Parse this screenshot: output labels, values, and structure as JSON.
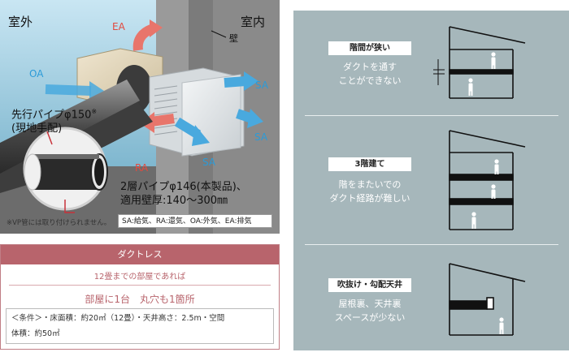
{
  "illustration": {
    "outdoor_label": "室外",
    "indoor_label": "室内",
    "wall_label": "壁",
    "airflows": {
      "ea": "EA",
      "oa": "OA",
      "sa_top": "SA",
      "sa_right": "SA",
      "sa_bottom": "SA",
      "ra": "RA"
    },
    "lead_pipe_lines": [
      "先行パイプφ150",
      "(現地手配)"
    ],
    "lead_pipe_mark": "※",
    "double_pipe_lines": [
      "2層パイプφ146(本製品)、",
      "適用壁厚:140～300㎜"
    ],
    "vp_note": "※VP管には取り付けられません。",
    "legend": "SA:給気、RA:還気、OA:外気、EA:排気"
  },
  "ductless": {
    "header": "ダクトレス",
    "subtitle": "12畳までの部屋であれば",
    "main": "部屋に1台　丸穴も1箇所",
    "conditions_line1": "＜条件＞・床面積：約20㎡（12畳）・天井高さ：2.5m・空間",
    "conditions_line2": "体積：約50㎡"
  },
  "cases": [
    {
      "title": "階間が狭い",
      "desc_lines": [
        "ダクトを通す",
        "ことができない"
      ]
    },
    {
      "title": "3階建て",
      "desc_lines": [
        "階をまたいでの",
        "ダクト経路が難しい"
      ]
    },
    {
      "title": "吹抜け・勾配天井",
      "desc_lines": [
        "屋根裏、天井裏",
        "スペースが少ない"
      ]
    }
  ],
  "colors": {
    "blue_arrow": "#2b9bd8",
    "red_arrow": "#e24a3f",
    "panel_bg": "#a6b7bb",
    "ductless_accent": "#b8646c"
  }
}
